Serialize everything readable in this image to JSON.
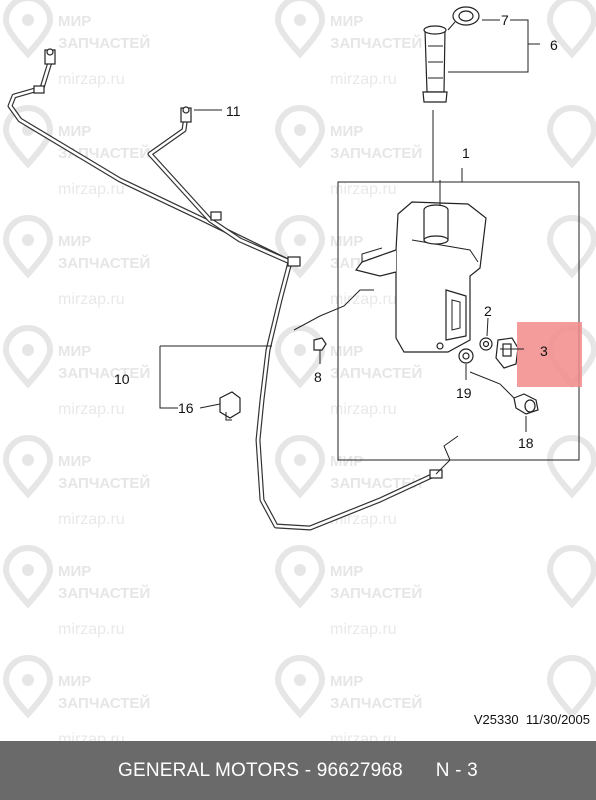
{
  "watermark": {
    "line1": "МИР",
    "line2": "ЗАПЧАСТЕЙ",
    "url": "mirzap.ru"
  },
  "callouts": {
    "c1": "1",
    "c2": "2",
    "c3": "3",
    "c6": "6",
    "c7": "7",
    "c8": "8",
    "c10": "10",
    "c11": "11",
    "c16": "16",
    "c18": "18",
    "c19": "19"
  },
  "reference": {
    "code": "V25330",
    "date": "11/30/2005"
  },
  "footer": {
    "brand": "GENERAL MOTORS",
    "separator": " - ",
    "part_number": "96627968",
    "position": "N - 3"
  },
  "colors": {
    "highlight": "#f28b8b",
    "footer_bg": "#6a6a6a",
    "watermark": "#e6e6e6"
  }
}
